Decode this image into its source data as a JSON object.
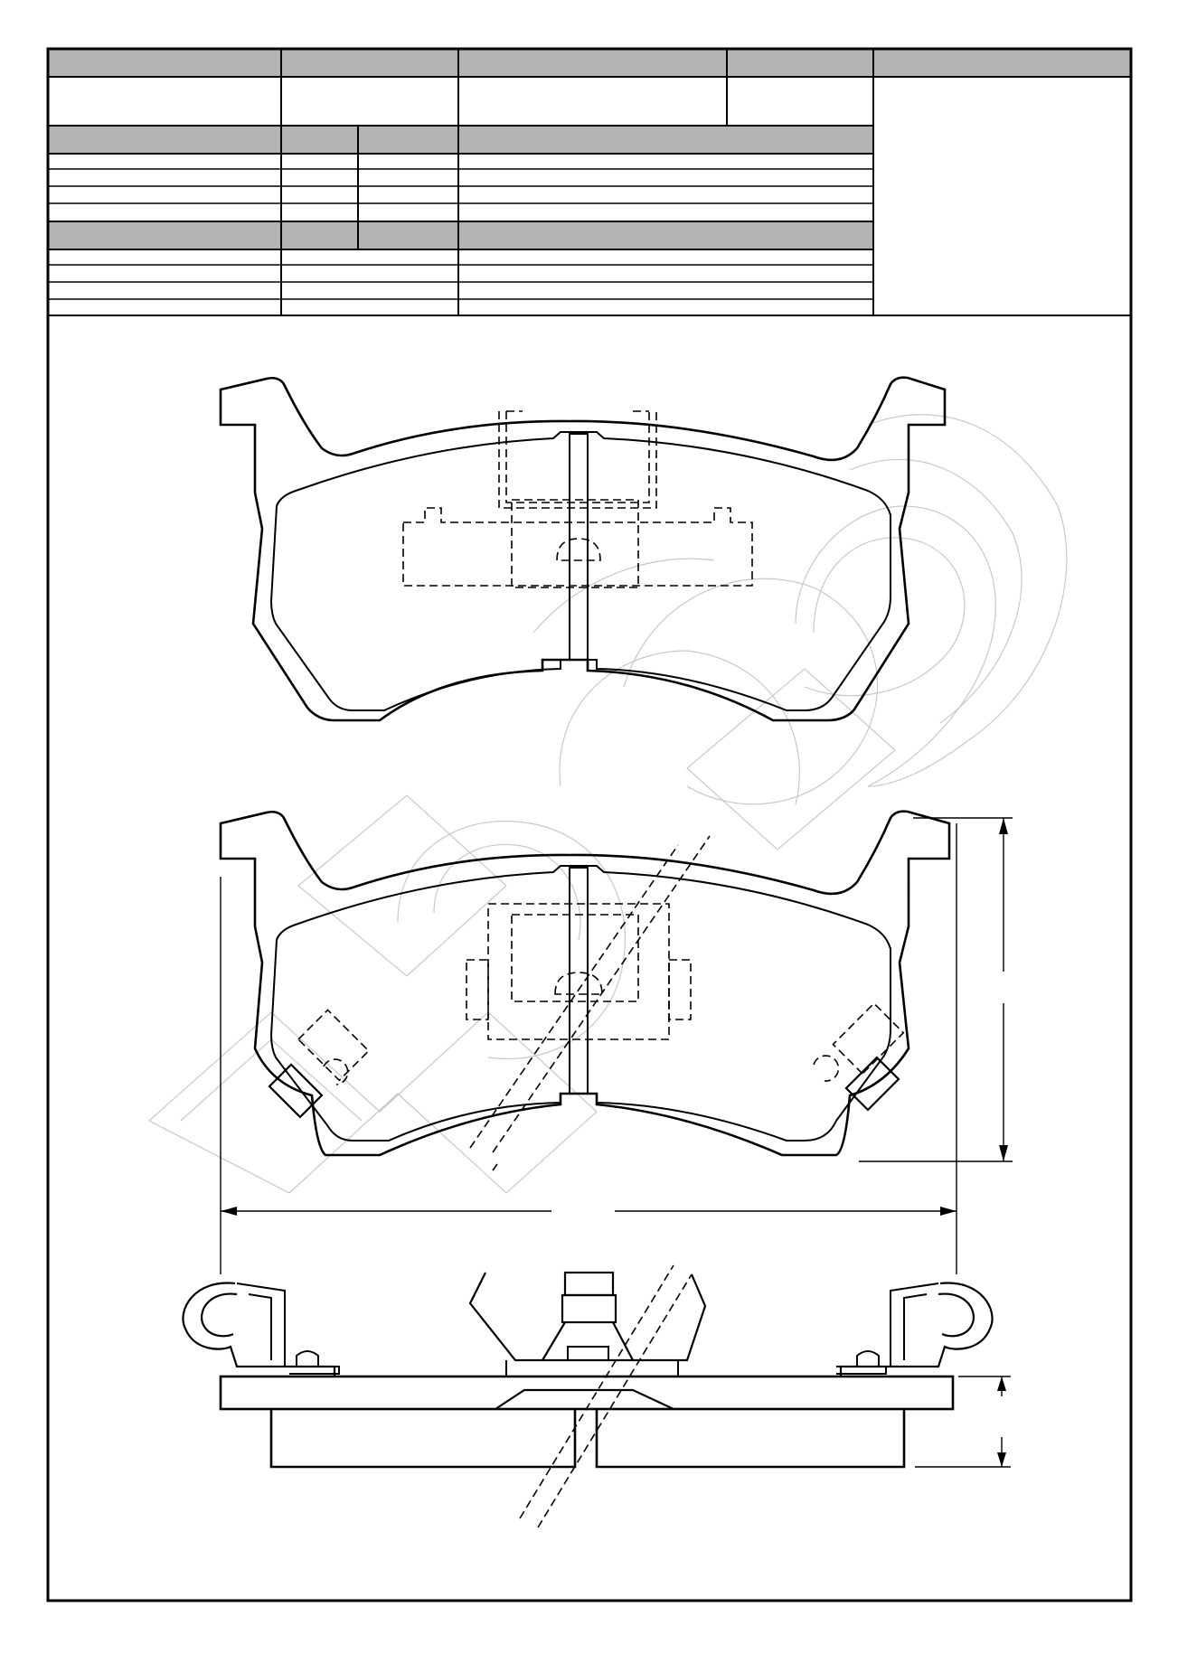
{
  "spec_sheet": {
    "header_row_cells": [
      "",
      "",
      "",
      "",
      ""
    ],
    "value_row_cells": [
      "",
      "",
      "",
      ""
    ],
    "group_1": {
      "header_cells": [
        "",
        "",
        "",
        ""
      ],
      "rows": 4
    },
    "group_2": {
      "header_cells": [
        "",
        "",
        "",
        ""
      ],
      "rows": 4
    },
    "image_panel_label": ""
  },
  "drawing": {
    "views": [
      "top-view",
      "front-view",
      "side-view"
    ],
    "dimension_labels": {
      "width": "",
      "height": "",
      "thickness": ""
    },
    "watermark": "logo-watermark",
    "colors": {
      "line": "#000000",
      "header_fill": "#b3b3b3",
      "watermark": "#c8c8c8"
    }
  }
}
